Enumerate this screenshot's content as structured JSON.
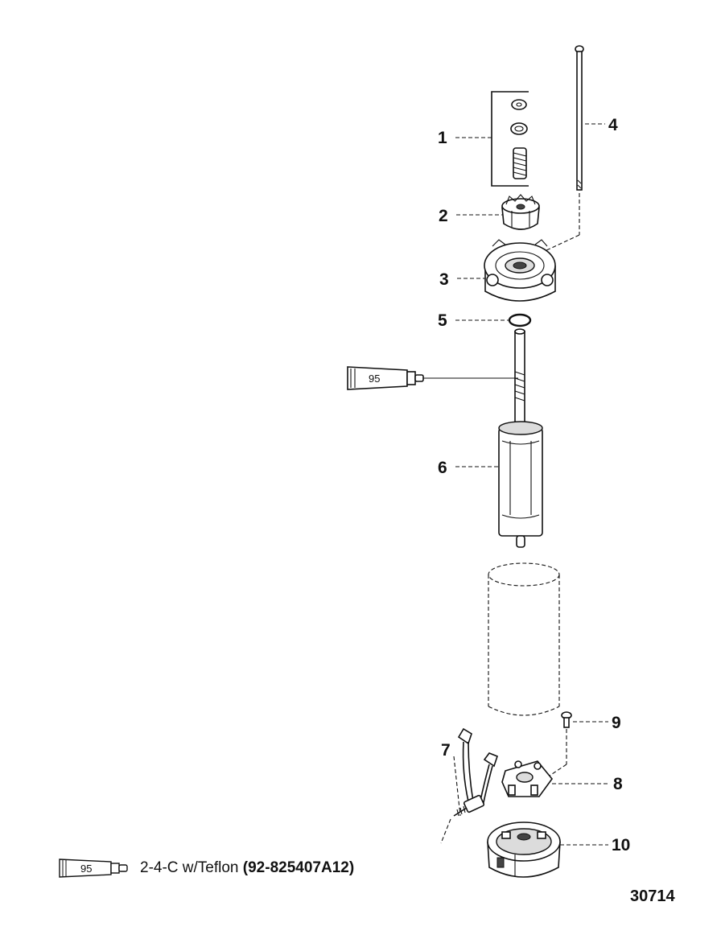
{
  "callouts": [
    "1",
    "2",
    "3",
    "4",
    "5",
    "6",
    "7",
    "8",
    "9",
    "10"
  ],
  "sealant_tube_label": "95",
  "legend": {
    "tube_label": "95",
    "description": "2-4-C w/Teflon",
    "part_number": "(92-825407A12)"
  },
  "drawing_number": "30714"
}
